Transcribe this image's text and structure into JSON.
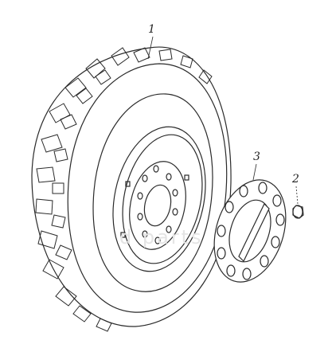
{
  "diagram": {
    "callouts": [
      {
        "id": "1",
        "label": "1",
        "part": "wheel-with-tire"
      },
      {
        "id": "2",
        "label": "2",
        "part": "nut"
      },
      {
        "id": "3",
        "label": "3",
        "part": "hub-cap-disc"
      }
    ],
    "watermark_text": "d      parts",
    "colors": {
      "line": "#2a2a2a",
      "watermark": "#e4e4e4",
      "background": "#ffffff"
    }
  }
}
